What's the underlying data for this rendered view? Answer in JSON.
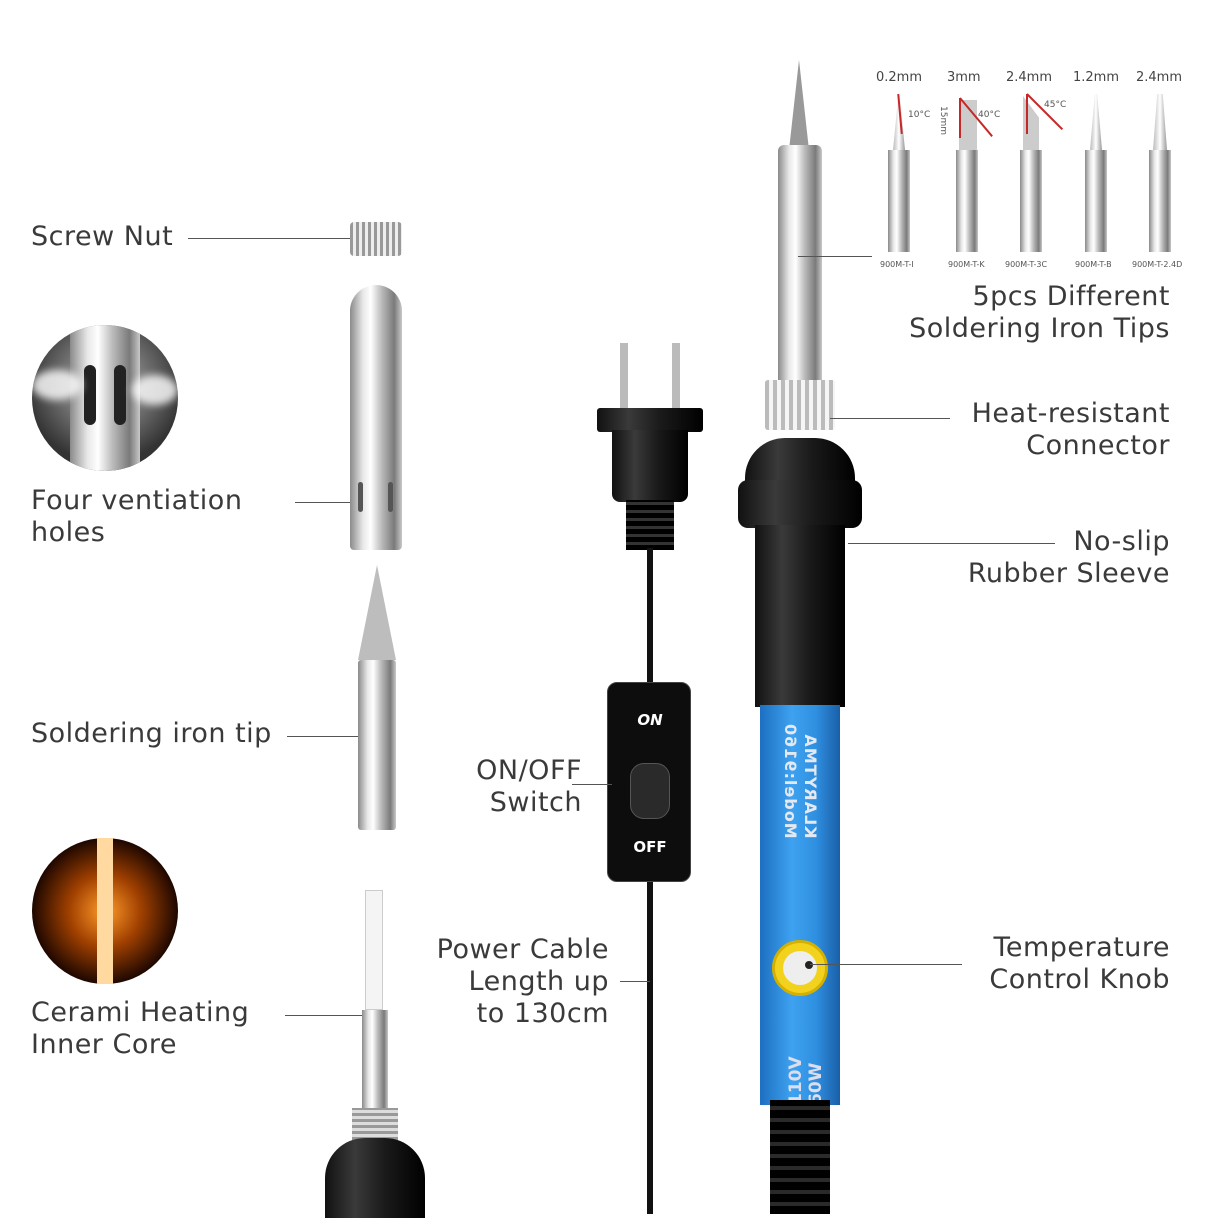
{
  "labels": {
    "screw_nut": "Screw Nut",
    "ventilation": "Four ventiation\nholes",
    "tip": "Soldering iron tip",
    "core": "Cerami Heating\nInner Core",
    "switch": "ON/OFF\nSwitch",
    "cable": "Power Cable\nLength up\nto 130cm",
    "tips_set": "5pcs Different\nSoldering Iron Tips",
    "connector": "Heat-resistant\nConnector",
    "sleeve": "No-slip\nRubber Sleeve",
    "knob": "Temperature\nControl Knob"
  },
  "switch": {
    "on": "ON",
    "off": "OFF"
  },
  "iron": {
    "brand": "KLARYTMA",
    "model": "Model:9160",
    "voltage": "110V",
    "power": "60W",
    "body_color": "#2f8fe0"
  },
  "tips": [
    {
      "size": "0.2mm",
      "angle": "10°C",
      "model": "900M-T-I"
    },
    {
      "size": "3mm",
      "angle": "40°C",
      "length": "15mm",
      "model": "900M-T-K"
    },
    {
      "size": "2.4mm",
      "angle": "45°C",
      "model": "900M-T-3C"
    },
    {
      "size": "1.2mm",
      "model": "900M-T-B"
    },
    {
      "size": "2.4mm",
      "model": "900M-T-2.4D"
    }
  ],
  "accent_color": "#c62828"
}
